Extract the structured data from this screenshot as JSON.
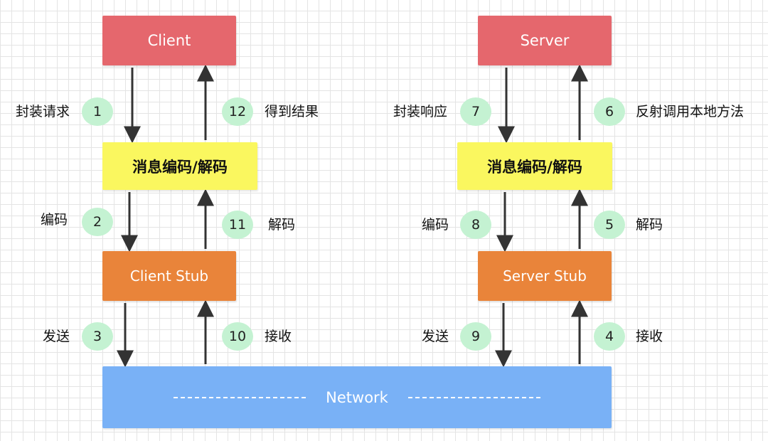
{
  "nodes": {
    "client": "Client",
    "server": "Server",
    "codec_left": "消息编码/解码",
    "codec_right": "消息编码/解码",
    "client_stub": "Client Stub",
    "server_stub": "Server Stub",
    "network": "Network"
  },
  "steps": [
    {
      "number": "1",
      "label": "封装请求"
    },
    {
      "number": "2",
      "label": "编码"
    },
    {
      "number": "3",
      "label": "发送"
    },
    {
      "number": "4",
      "label": "接收"
    },
    {
      "number": "5",
      "label": "解码"
    },
    {
      "number": "6",
      "label": "反射调用本地方法"
    },
    {
      "number": "7",
      "label": "封装响应"
    },
    {
      "number": "8",
      "label": "编码"
    },
    {
      "number": "9",
      "label": "发送"
    },
    {
      "number": "10",
      "label": "接收"
    },
    {
      "number": "11",
      "label": "解码"
    },
    {
      "number": "12",
      "label": "得到结果"
    }
  ],
  "colors": {
    "client_server": "#e5676d",
    "codec": "#faf75f",
    "stub": "#e9843a",
    "network": "#79b1f6",
    "badge": "#c4f2d2",
    "arrow": "#333333"
  }
}
